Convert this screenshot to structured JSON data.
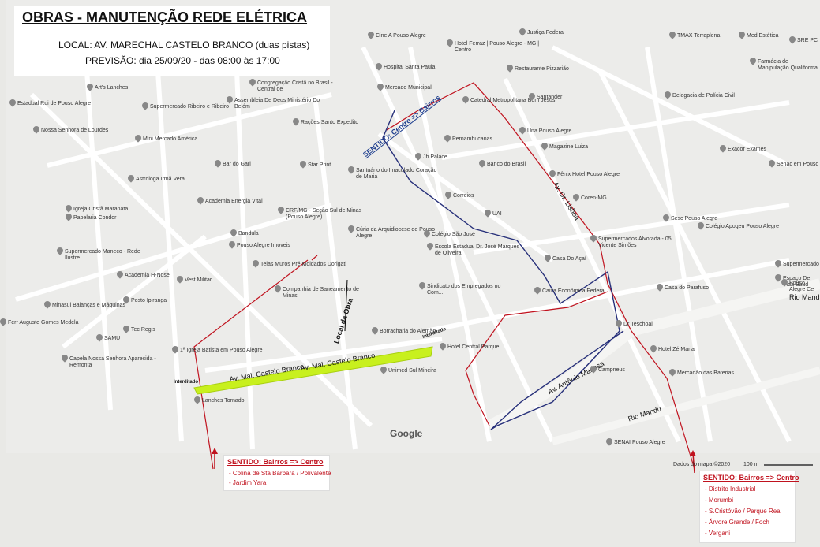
{
  "header": {
    "title": "OBRAS - MANUTENÇÃO REDE ELÉTRICA",
    "local": "LOCAL:  AV. MARECHAL CASTELO BRANCO (duas pistas)",
    "previsao_label": "PREVISÃO:",
    "previsao_value": "dia 25/09/20 - das 08:00 às 17:00"
  },
  "map": {
    "local_da_obra": "Local da Obra",
    "sentido_top": "SENTIDO: Centro => Bairros",
    "interditado": "Interditado",
    "google": "Google",
    "dados": "Dados do mapa ©2020",
    "scale": "100 m",
    "streets": [
      "Av. Mal. Castelo Branco",
      "Av. Mal. Castelo Branco",
      "Av. Antônio Mariosa",
      "Av. Dr. Lisboa",
      "Rio Mandu",
      "Rio Mand"
    ],
    "places": [
      "Cine A Pouso Alegre",
      "Justiça Federal",
      "Hotel Ferraz | Pouso Alegre - MG | Centro",
      "Restaurante Pizzarião",
      "TMAX Terraplena",
      "Med Estética",
      "SRE PC",
      "Hospital Santa Paula",
      "Farmácia de Manipulação Qualiforma",
      "Art's Lanches",
      "Congregação Cristã no Brasil - Central de",
      "Assembleia De Deus Ministério Do Belém",
      "Mercado Municipal",
      "Catedral Metropolitana Bom Jesus",
      "Santander",
      "Delegacia de Polícia Civil",
      "Supermercado Ribeiro e Ribeiro",
      "Nossa Senhora de Lourdes",
      "Rações Santo Expedito",
      "Una Pouso Alegre",
      "Pernambucanas",
      "Magazine Luiza",
      "Mini Mercado América",
      "Bar do Gari",
      "Exacor Exames",
      "Senac em Pouso",
      "Star Print",
      "Jb Palace",
      "Banco do Brasil",
      "Fênix Hotel Pouso Alegre",
      "Santuário do Imaculado Coração de Maria",
      "Astrologa Irmã Vera",
      "Correios",
      "Coren-MG",
      "Igreja Cristã Maranata",
      "Papelaria Condor",
      "Academia Energia Vital",
      "CRF/MG - Seção Sul de Minas (Pouso Alegre)",
      "UAI",
      "Sesc Pouso Alegre",
      "Colégio Apogeu Pouso Alegre",
      "Cúria da Arquidiocese de Pouso Alegre",
      "Colégio São José",
      "Bandula",
      "Pouso Alegre Imoveis",
      "Supermercados Alvorada - 05 Vicente Simões",
      "Escola Estadual Dr. José Marques de Oliveira",
      "Supermercado Maneco - Rede Ilustre",
      "Casa Do Açaí",
      "Academia H-Nose",
      "Vest Militar",
      "Telas Muros Pré Moldados Dorigati",
      "Sindicato dos Empregados no Com...",
      "Caixa Econômica Federal",
      "Casa do Parafuso",
      "Supermercado",
      "Espaço De Vida Saud",
      "Pouso Alegre Ce",
      "Minasul Balanças e Máquinas",
      "Posto Ipiranga",
      "Companhia de Saneamento de Minas",
      "Dr Teschoal",
      "Hotel Zé Maria",
      "Borracharia do Alemão",
      "Hotel Central Parque",
      "Ferr Auguste Gomes Medela",
      "Tec Regis",
      "SAMU",
      "1ª Igreja Batista em Pouso Alegre",
      "Capela Nossa Senhora Aparecida - Remonta",
      "Unimed Sul Mineira",
      "Campneus",
      "Mercadão das Baterias",
      "Lanches Tornado",
      "SENAI Pouso Alegre",
      "Estadual Rui de Pouso Alegre"
    ]
  },
  "sentido_left": {
    "title": "SENTIDO:  Bairros => Centro",
    "items": [
      "- Colina de Sta Barbara / Polivalente",
      "- Jardim Yara"
    ]
  },
  "sentido_right": {
    "title": "SENTIDO:  Bairros => Centro",
    "items": [
      "- Distrito Industrial",
      "- Morumbi",
      "- S.Cristóvão / Parque Real",
      "- Árvore Grande / Foch",
      "- Vergani"
    ]
  },
  "colors": {
    "highlight": "#c8f01e",
    "red_route": "#c0121e",
    "blue_route": "#27307a",
    "sentido_text": "#c0121e",
    "road": "#ffffff",
    "map_bg": "#e9e9e6"
  }
}
